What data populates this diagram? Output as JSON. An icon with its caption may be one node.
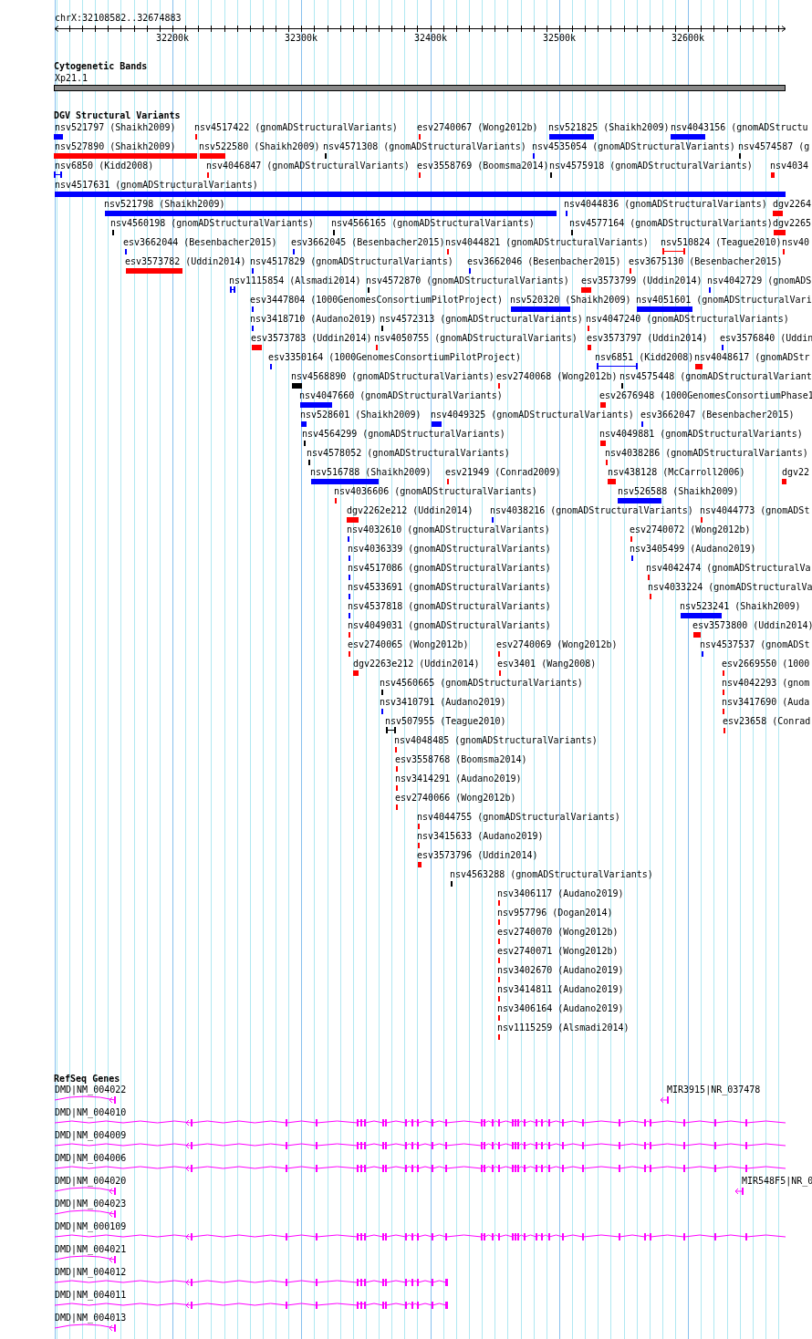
{
  "diagram": {
    "labels": [
      "chrX:32108582..32674883",
      "32200k",
      "32300k",
      "32400k",
      "32500k",
      "32600k",
      "Cytogenetic Bands",
      "Xp21.1",
      "DGV Structural Variants",
      "nsv521797 (Shaikh2009)",
      "nsv4517422 (gnomADStructuralVariants)",
      "esv2740067 (Wong2012b)",
      "nsv521825 (Shaikh2009)",
      "nsv4043156 (gnomADStructu",
      "nsv527890 (Shaikh2009)",
      "nsv522580 (Shaikh2009)",
      "nsv4571308 (gnomADStructuralVariants)",
      "nsv4535054 (gnomADStructuralVariants)",
      "nsv4574587 (g",
      "nsv6850 (Kidd2008)",
      "nsv4046847 (gnomADStructuralVariants)",
      "esv3558769 (Boomsma2014)",
      "nsv4575918 (gnomADStructuralVariants)",
      "nsv4034",
      "nsv4517631 (gnomADStructuralVariants)",
      "nsv521798 (Shaikh2009)",
      "nsv4044836 (gnomADStructuralVariants)",
      "dgv2264",
      "nsv4560198 (gnomADStructuralVariants)",
      "nsv4566165 (gnomADStructuralVariants)",
      "nsv4577164 (gnomADStructuralVariants)",
      "dgv2265",
      "esv3662044 (Besenbacher2015)",
      "esv3662045 (Besenbacher2015)",
      "nsv4044821 (gnomADStructuralVariants)",
      "nsv510824 (Teague2010)",
      "nsv40",
      "esv3573782 (Uddin2014)",
      "nsv4517829 (gnomADStructuralVariants)",
      "esv3662046 (Besenbacher2015)",
      "esv3675130 (Besenbacher2015)",
      "nsv1115854 (Alsmadi2014)",
      "nsv4572870 (gnomADStructuralVariants)",
      "esv3573799 (Uddin2014)",
      "nsv4042729 (gnomADS",
      "esv3447804 (1000GenomesConsortiumPilotProject)",
      "nsv520320 (Shaikh2009)",
      "nsv4051601 (gnomADStructuralVari",
      "nsv3418710 (Audano2019)",
      "nsv4572313 (gnomADStructuralVariants)",
      "nsv4047240 (gnomADStructuralVariants)",
      "esv3573783 (Uddin2014)",
      "nsv4050755 (gnomADStructuralVariants)",
      "esv3573797 (Uddin2014)",
      "esv3576840 (Uddin",
      "esv3350164 (1000GenomesConsortiumPilotProject)",
      "nsv6851 (Kidd2008)",
      "nsv4048617 (gnomADStr",
      "nsv4568890 (gnomADStructuralVariants)",
      "esv2740068 (Wong2012b)",
      "nsv4575448 (gnomADStructuralVariant",
      "nsv4047660 (gnomADStructuralVariants)",
      "esv2676948 (1000GenomesConsortiumPhase1",
      "nsv528601 (Shaikh2009)",
      "nsv4049325 (gnomADStructuralVariants)",
      "esv3662047 (Besenbacher2015)",
      "nsv4564299 (gnomADStructuralVariants)",
      "nsv4049881 (gnomADStructuralVariants)",
      "nsv4578052 (gnomADStructuralVariants)",
      "nsv4038286 (gnomADStructuralVariants)",
      "nsv516788 (Shaikh2009)",
      "esv21949 (Conrad2009)",
      "nsv438128 (McCarroll2006)",
      "dgv22",
      "nsv4036606 (gnomADStructuralVariants)",
      "nsv526588 (Shaikh2009)",
      "dgv2262e212 (Uddin2014)",
      "nsv4038216 (gnomADStructuralVariants)",
      "nsv4044773 (gnomADSt",
      "nsv4032610 (gnomADStructuralVariants)",
      "esv2740072 (Wong2012b)",
      "nsv4036339 (gnomADStructuralVariants)",
      "nsv3405499 (Audano2019)",
      "nsv4517086 (gnomADStructuralVariants)",
      "nsv4042474 (gnomADStructuralVa",
      "nsv4533691 (gnomADStructuralVariants)",
      "nsv4033224 (gnomADStructuralVa",
      "nsv4537818 (gnomADStructuralVariants)",
      "nsv523241 (Shaikh2009)",
      "nsv4049031 (gnomADStructuralVariants)",
      "esv3573800 (Uddin2014)",
      "esv2740065 (Wong2012b)",
      "esv2740069 (Wong2012b)",
      "nsv4537537 (gnomADSt",
      "dgv2263e212 (Uddin2014)",
      "esv3401 (Wang2008)",
      "esv2669550 (1000",
      "nsv4560665 (gnomADStructuralVariants)",
      "nsv4042293 (gnom",
      "nsv3410791 (Audano2019)",
      "nsv3417690 (Auda",
      "nsv507955 (Teague2010)",
      "esv23658 (Conrad",
      "nsv4048485 (gnomADStructuralVariants)",
      "esv3558768 (Boomsma2014)",
      "nsv3414291 (Audano2019)",
      "esv2740066 (Wong2012b)",
      "nsv4044755 (gnomADStructuralVariants)",
      "nsv3415633 (Audano2019)",
      "esv3573796 (Uddin2014)",
      "nsv4563288 (gnomADStructuralVariants)",
      "nsv3406117 (Audano2019)",
      "nsv957796 (Dogan2014)",
      "esv2740070 (Wong2012b)",
      "esv2740071 (Wong2012b)",
      "nsv3402670 (Audano2019)",
      "nsv3414811 (Audano2019)",
      "nsv3406164 (Audano2019)",
      "nsv1115259 (Alsmadi2014)",
      "RefSeq Genes",
      "DMD|NM_004022",
      "MIR3915|NR_037478",
      "DMD|NM_004010",
      "DMD|NM_004009",
      "DMD|NM_004006",
      "DMD|NM_004020",
      "MIR548F5|NR_0",
      "DMD|NM_004023",
      "DMD|NM_000109",
      "DMD|NM_004021",
      "DMD|NM_004012",
      "DMD|NM_004011",
      "DMD|NM_004013"
    ]
  }
}
